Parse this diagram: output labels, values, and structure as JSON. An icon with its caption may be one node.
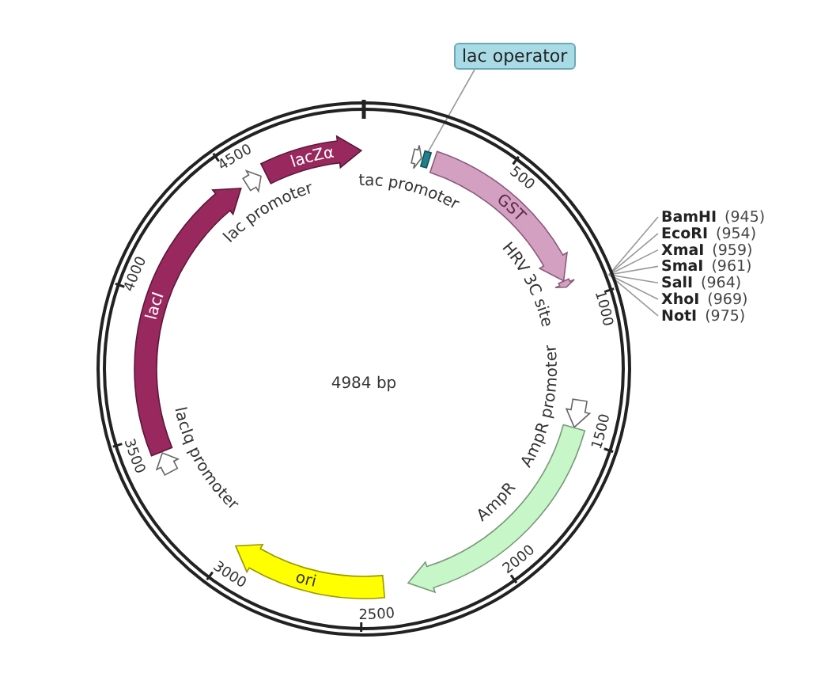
{
  "diagram": {
    "nodes": [
      {
        "text": [
          "tac promoter"
        ]
      },
      {
        "text": [
          "lac operator"
        ]
      },
      {
        "text": [],
        "shape": "box"
      },
      {
        "text": [
          "GST"
        ]
      },
      {
        "text": [
          "HRV 3C site"
        ]
      },
      {
        "text": [
          "BamHI",
          "(945)"
        ]
      },
      {
        "text": [
          "EcoRI",
          "(954)"
        ]
      },
      {
        "text": [
          "XmaI",
          "(959)"
        ]
      },
      {
        "text": [
          "SmaI",
          "(961)"
        ]
      },
      {
        "text": [
          "SalI",
          "(964)"
        ]
      },
      {
        "text": [
          "XhoI",
          "(969)"
        ]
      },
      {
        "text": [
          "NotI",
          "(975)"
        ]
      },
      {
        "text": [
          "AmpR promoter"
        ]
      },
      {
        "text": [
          "AmpR"
        ]
      },
      {
        "text": [
          "ori"
        ]
      },
      {
        "text": [
          "lacIq promoter"
        ]
      },
      {
        "text": [
          "lacI"
        ]
      },
      {
        "text": [
          "lac promoter"
        ]
      },
      {
        "text": [
          "lacZα"
        ]
      }
    ],
    "edges": [
      {
        "from": 1,
        "to": 2,
        "arrow": "none"
      },
      {
        "from": 5,
        "to": null,
        "arrow": "none"
      },
      {
        "from": 6,
        "to": null,
        "arrow": "none"
      },
      {
        "from": 7,
        "to": null,
        "arrow": "none"
      },
      {
        "from": 8,
        "to": null,
        "arrow": "none"
      },
      {
        "from": 9,
        "to": null,
        "arrow": "none"
      },
      {
        "from": 10,
        "to": null,
        "arrow": "none"
      },
      {
        "from": 11,
        "to": null,
        "arrow": "none"
      }
    ],
    "labels": [
      "500",
      "1000",
      "1500",
      "2000",
      "2500",
      "3000",
      "3500",
      "4000",
      "4500",
      "4984 bp"
    ]
  }
}
